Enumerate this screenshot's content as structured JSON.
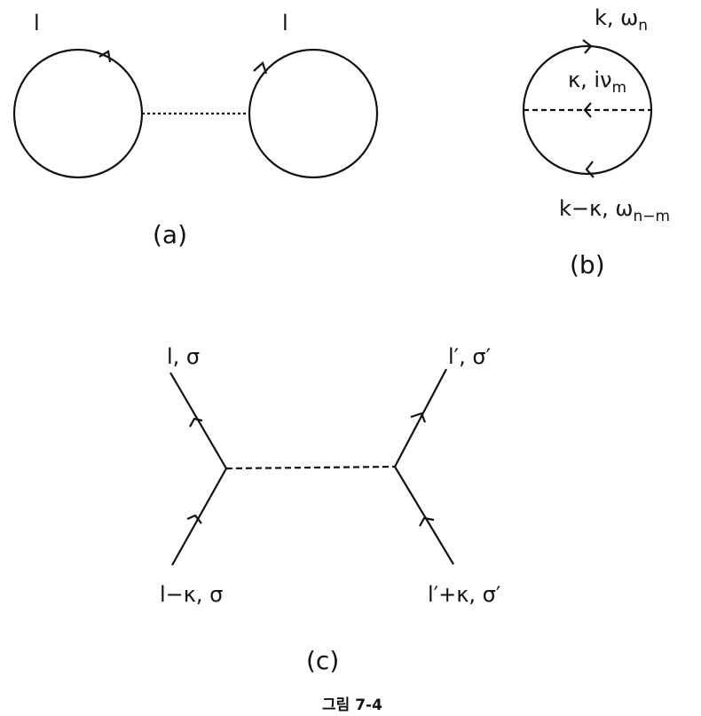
{
  "a": {
    "left_label": "l",
    "right_label": "l",
    "caption": "(a)"
  },
  "b": {
    "top_label": "k, ω",
    "top_sub": "n",
    "mid_label": "κ, iν",
    "mid_sub": "m",
    "bottom_label": "k−κ, ω",
    "bottom_sub": "n−m",
    "caption": "(b)"
  },
  "c": {
    "top_left": "l, σ",
    "top_right": "l′, σ′",
    "bottom_left": "l−κ, σ",
    "bottom_right": "l′+κ, σ′",
    "caption": "(c)"
  },
  "figure_caption": "그림 7-4"
}
